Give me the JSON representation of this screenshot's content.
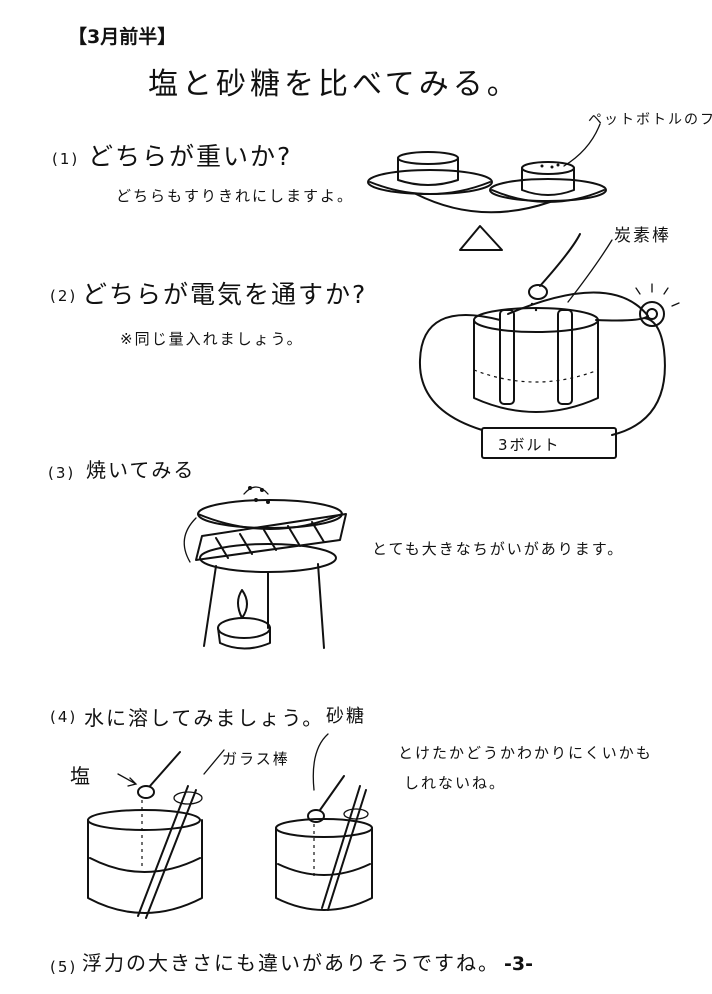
{
  "header": "【3月前半】",
  "title": "塩と砂糖を比べてみる。",
  "sections": {
    "q1": {
      "number": "(1)",
      "text": "どちらが重いか?",
      "note": "どちらもすりきれにしますよ。"
    },
    "q2": {
      "number": "(2)",
      "text": "どちらが電気を通すか?",
      "note": "※同じ量入れましょう。"
    },
    "q3": {
      "number": "(3)",
      "text": "焼いてみる",
      "note": "とても大きなちがいがあります。"
    },
    "q4": {
      "number": "(4)",
      "text": "水に溶してみましょう。",
      "note_line1": "とけたかどうかわかりにくいかも",
      "note_line2": "しれないね。"
    },
    "q5": {
      "number": "(5)",
      "text": "浮力の大きさにも違いがありそうですね。"
    }
  },
  "labels": {
    "bottle_cap": "ペットボトルのフタ",
    "carbon_rod": "炭素棒",
    "battery": "3ボルト",
    "salt": "塩",
    "glass_rod": "ガラス棒",
    "sugar": "砂糖"
  },
  "page_number": "-3-"
}
